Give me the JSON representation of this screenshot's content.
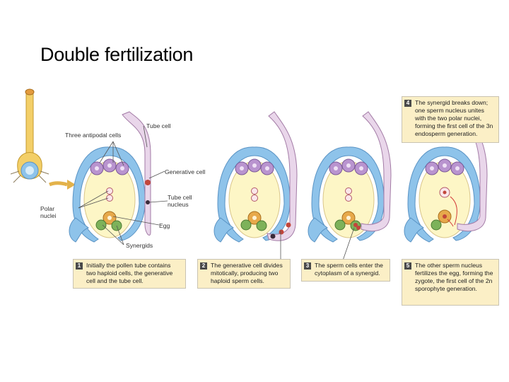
{
  "title": "Double fertilization",
  "labels": {
    "three_antipodal": "Three antipodal cells",
    "tube_cell": "Tube cell",
    "generative_cell": "Generative cell",
    "tube_cell_nucleus": "Tube cell nucleus",
    "polar_nuclei": "Polar nuclei",
    "egg": "Egg",
    "synergids": "Synergids"
  },
  "steps": [
    {
      "number": "1",
      "text": "Initially the pollen tube contains two haploid cells, the generative cell and the tube cell."
    },
    {
      "number": "2",
      "text": "The generative cell divides mitotically, producing two haploid sperm cells."
    },
    {
      "number": "3",
      "text": "The sperm cells enter the cytoplasm of a synergid."
    },
    {
      "number": "4",
      "text": "The synergid breaks down; one sperm nucleus unites with the two polar nuclei, forming the first cell of the 3n endosperm generation."
    },
    {
      "number": "5",
      "text": "The other sperm nucleus fertilizes the egg, forming the zygote, the first cell of the 2n sporophyte generation."
    }
  ],
  "colors": {
    "integument": "#8ec3ea",
    "embryo_sac": "#fdf6c6",
    "pollen_tube": "#e9d6ea",
    "antipodal": "#b994cf",
    "egg": "#e7a94b",
    "synergid": "#7db25a",
    "caption_bg": "#fbefc6"
  }
}
